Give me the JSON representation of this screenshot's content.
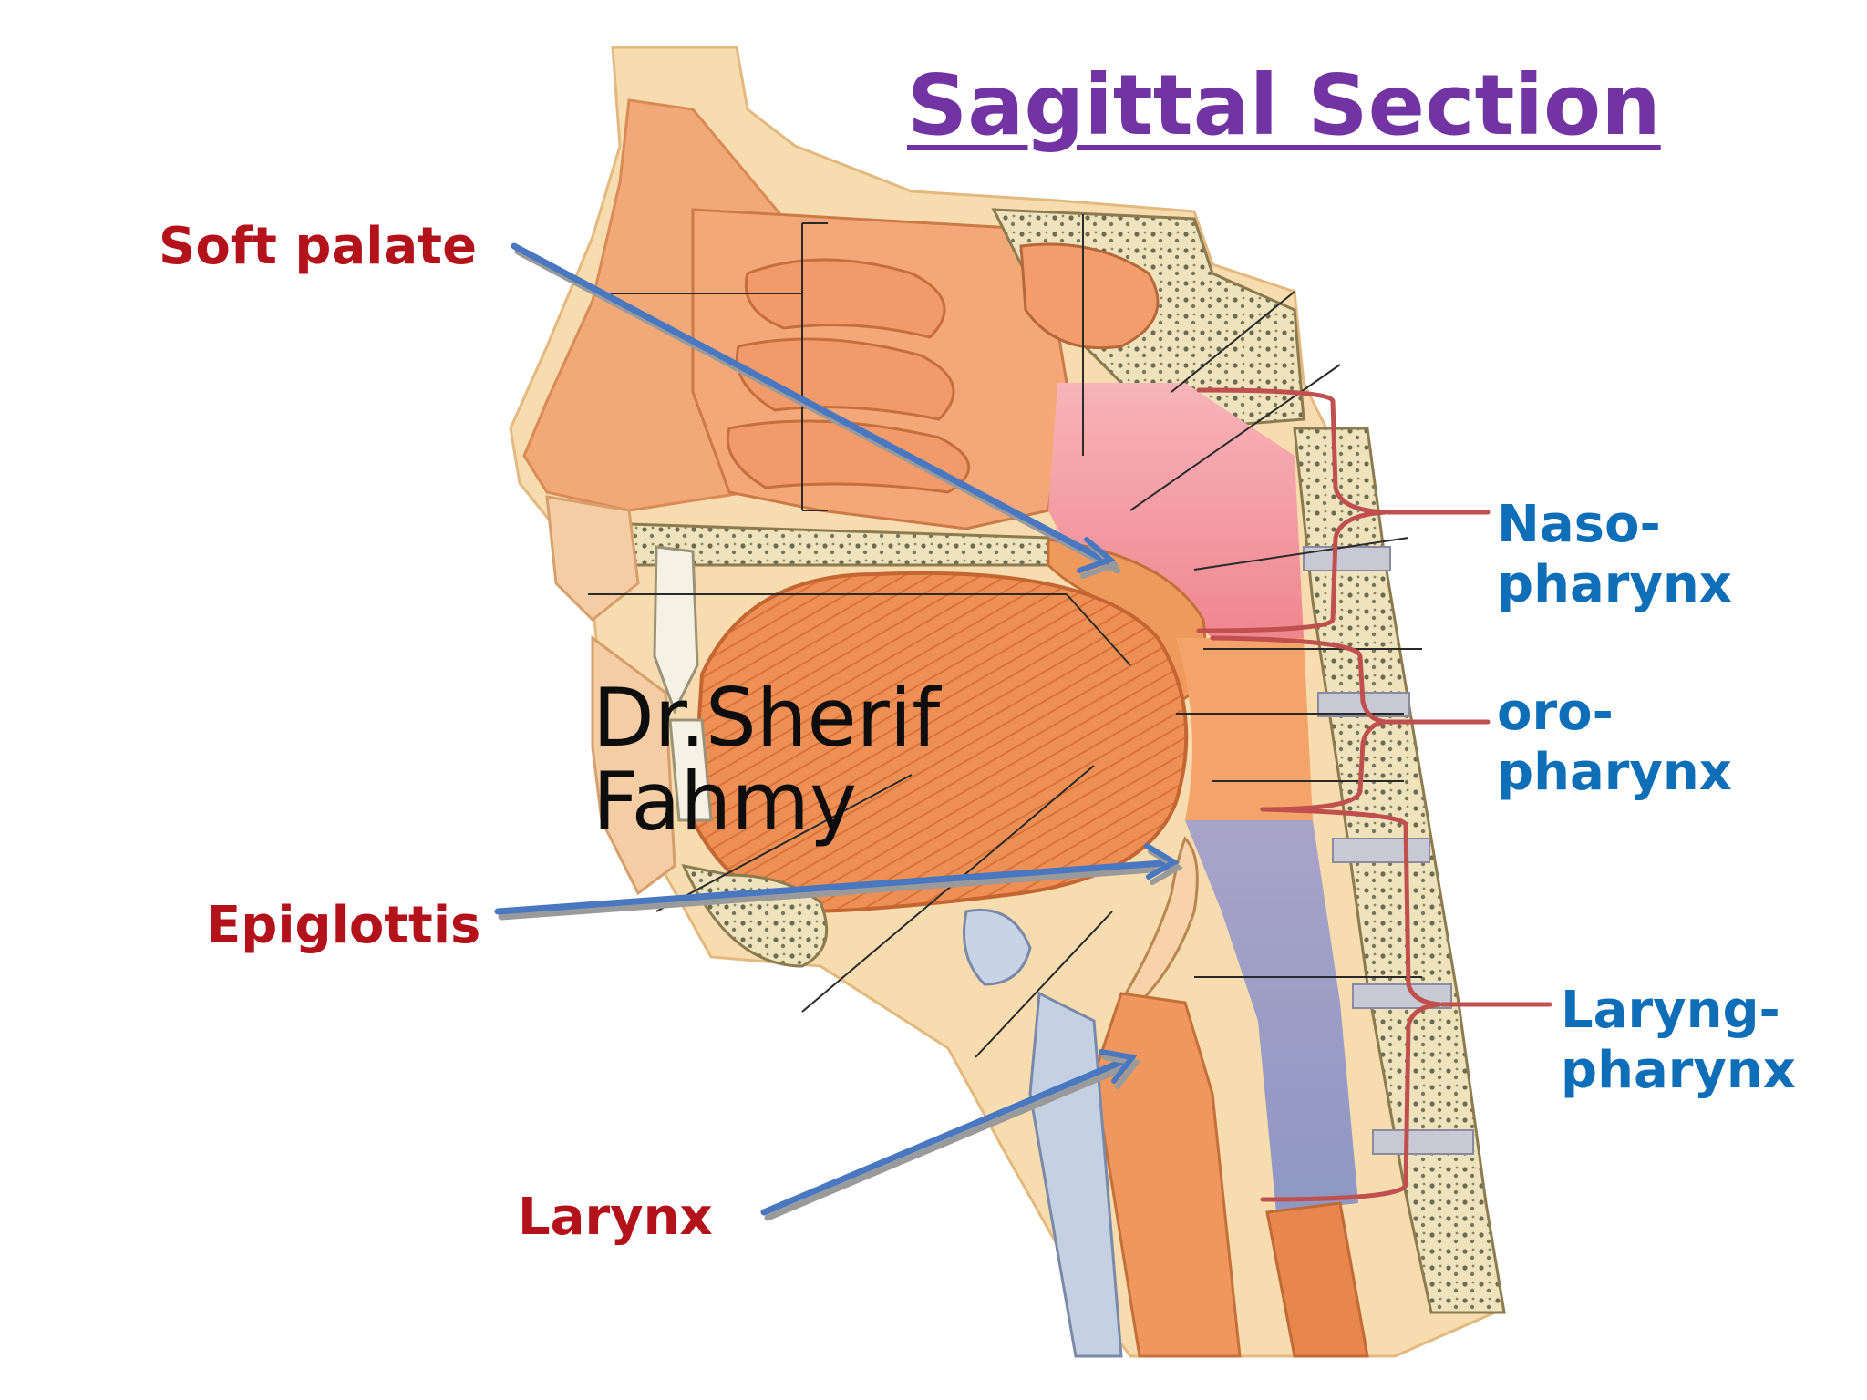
{
  "title": "Sagittal Section",
  "watermark": {
    "line1": "Dr.Sherif",
    "line2": "Fahmy"
  },
  "labels_left": {
    "soft_palate": "Soft palate",
    "epiglottis": "Epiglottis",
    "larynx": "Larynx"
  },
  "labels_right": {
    "nasopharynx": {
      "line1": "Naso-",
      "line2": "pharynx"
    },
    "oropharynx": {
      "line1": "oro-",
      "line2": "pharynx"
    },
    "laryngopharynx": {
      "line1": "Laryng-",
      "line2": "pharynx"
    }
  },
  "colors": {
    "title": "#7334a3",
    "left_labels": "#b3121b",
    "right_labels": "#0e6fb8",
    "arrows": "#4a78c0",
    "braces": "#c0504d",
    "skin": "#f7deb0",
    "tissue": "#f09a62",
    "bone": "#efe2b8",
    "nasopharynx_shade": "#f28b95",
    "laryngopharynx_shade": "#9d9fc4"
  }
}
